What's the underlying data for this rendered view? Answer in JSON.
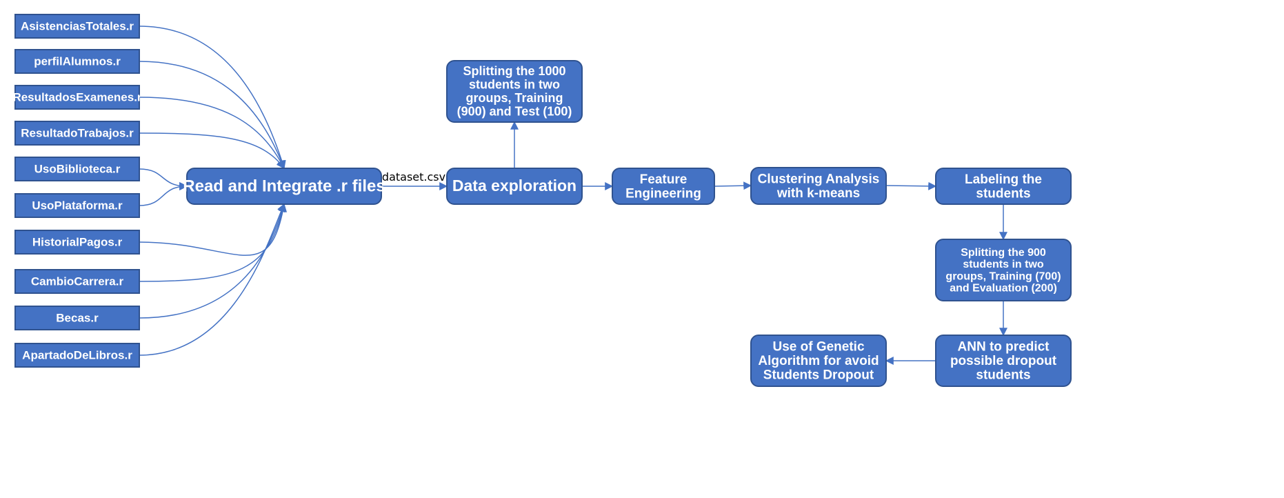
{
  "sources": [
    "AsistenciasTotales.r",
    "perfilAlumnos.r",
    "ResultadosExamenes.r",
    "ResultadoTrabajos.r",
    "UsoBiblioteca.r",
    "UsoPlataforma.r",
    "HistorialPagos.r",
    "CambioCarrera.r",
    "Becas.r",
    "ApartadoDeLibros.r"
  ],
  "nodes": {
    "integrate": [
      "Read and Integrate .r files"
    ],
    "explore": [
      "Data exploration"
    ],
    "split1000": [
      "Splitting the 1000",
      "students in two",
      "groups, Training",
      "(900)  and Test (100)"
    ],
    "feature": [
      "Feature",
      "Engineering"
    ],
    "cluster": [
      "Clustering Analysis",
      "with k-means"
    ],
    "label": [
      "Labeling the",
      "students"
    ],
    "split900": [
      "Splitting the 900",
      "students in two",
      "groups, Training (700)",
      "and Evaluation (200)"
    ],
    "ann": [
      "ANN to predict",
      "possible dropout",
      "students"
    ],
    "genetic": [
      "Use of Genetic",
      "Algorithm for avoid",
      "Students Dropout"
    ]
  },
  "edge_label": "dataset.csv",
  "colors": {
    "box_fill": "#4472c4",
    "box_stroke": "#2f528f",
    "edge": "#4472c4"
  }
}
